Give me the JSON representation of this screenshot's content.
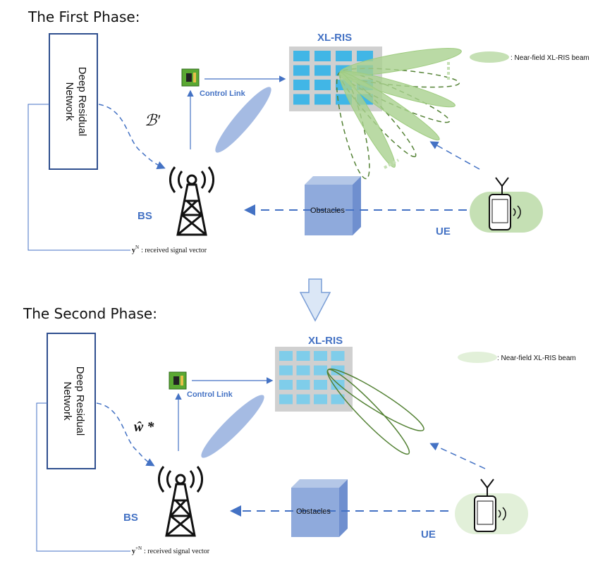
{
  "phases": [
    {
      "title": "The First Phase:",
      "network_label_line1": "Deep Residual",
      "network_label_line2": "Network",
      "codebook_symbol": "ℬ′",
      "control_link": "Control Link",
      "ris_label": "XL-RIS",
      "legend_text": ": Near-field XL-RIS beam",
      "bs_label": "BS",
      "obstacles_label": "Obstacles",
      "ue_label": "UE",
      "signal_symbol": "y",
      "signal_sup": "N",
      "signal_text": ":  received signal vector"
    },
    {
      "title": "The Second Phase:",
      "network_label_line1": "Deep Residual",
      "network_label_line2": "Network",
      "codebook_symbol": "ŵ *",
      "control_link": "Control Link",
      "ris_label": "XL-RIS",
      "legend_text": ": Near-field XL-RIS beam",
      "bs_label": "BS",
      "obstacles_label": "Obstacles",
      "ue_label": "UE",
      "signal_symbol": "y",
      "signal_sup": "+N",
      "signal_text": ":  received signal vector"
    }
  ],
  "colors": {
    "accent": "#4472c4",
    "beam": "#a9d18e",
    "beam_stroke": "#548235",
    "ris_cell": "#41b6e6",
    "ris_bg": "#d0d0d0"
  }
}
